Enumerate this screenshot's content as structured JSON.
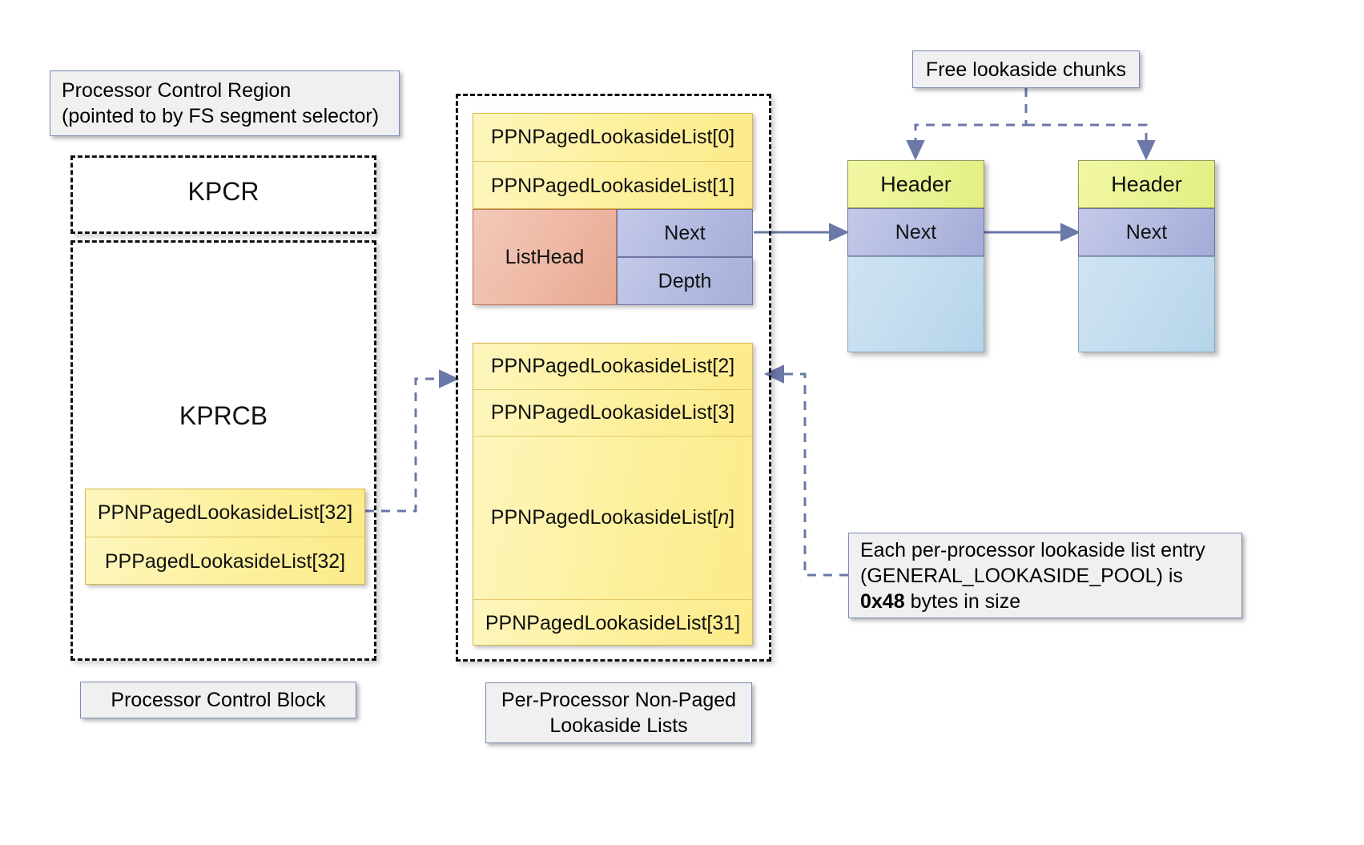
{
  "diagram": {
    "title": "Windows kernel per-processor lookaside list layout",
    "colors": {
      "yellow_row": "#fdf09c",
      "listhead_salmon": "#eeb8a4",
      "pointer_purple": "#b3bae0",
      "chunk_header_green": "#eaf392",
      "chunk_body_blue": "#c2dcef",
      "callout_bg": "#f0f0f0",
      "callout_border": "#7b8bb7",
      "arrow_blue": "#6b78a8",
      "dashed_black": "#111111"
    }
  },
  "left": {
    "callout_pcr": "Processor Control Region\n(pointed to by FS segment selector)",
    "callout_pcr_line1": "Processor Control Region",
    "callout_pcr_line2": "(pointed to by FS segment selector)",
    "kpcr_label": "KPCR",
    "kprcb_label": "KPRCB",
    "rows": [
      {
        "label": "PPNPagedLookasideList[32]"
      },
      {
        "label": "PPPagedLookasideList[32]"
      }
    ],
    "caption": "Processor Control Block"
  },
  "center": {
    "top_rows": [
      {
        "label": "PPNPagedLookasideList[0]"
      },
      {
        "label": "PPNPagedLookasideList[1]"
      }
    ],
    "listhead_label": "ListHead",
    "next_label": "Next",
    "depth_label": "Depth",
    "bottom_rows": [
      {
        "label": "PPNPagedLookasideList[2]",
        "italic_index": false
      },
      {
        "label": "PPNPagedLookasideList[3]",
        "italic_index": false
      },
      {
        "prefix": "PPNPagedLookasideList[",
        "index": "n",
        "suffix": "]",
        "italic_index": true
      },
      {
        "label": "PPNPagedLookasideList[31]",
        "italic_index": false
      }
    ],
    "caption_line1": "Per-Processor Non-Paged",
    "caption_line2": "Lookaside Lists"
  },
  "right": {
    "callout_free": "Free lookaside chunks",
    "chunks": [
      {
        "header": "Header",
        "next": "Next"
      },
      {
        "header": "Header",
        "next": "Next"
      }
    ],
    "note_line1": "Each per-processor lookaside list entry",
    "note_line2": "(GENERAL_LOOKASIDE_POOL) is",
    "note_line3_bold": "0x48",
    "note_line3_rest": " bytes in size"
  }
}
